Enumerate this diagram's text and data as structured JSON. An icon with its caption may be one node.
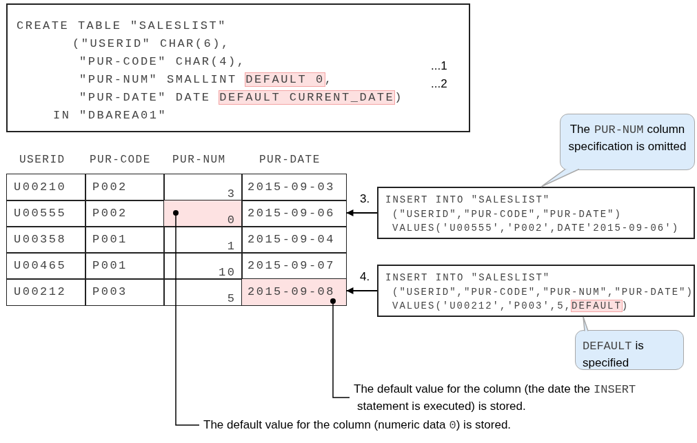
{
  "diagram": {
    "nodes": [
      {
        "text": [
          "CREATE TABLE \"SALESLIST\"",
          "(\"USERID\" CHAR(6),",
          "\"PUR-CODE\" CHAR(4),",
          "\"PUR-NUM\" SMALLINT",
          "DEFAULT 0",
          ",",
          "\"PUR-DATE\" DATE",
          "DEFAULT CURRENT_DATE",
          ")",
          "IN \"DBAREA01\""
        ]
      },
      {
        "text": [
          "The",
          "PUR-NUM",
          "column specification is omitted"
        ]
      },
      {
        "text": [
          "U00210"
        ]
      },
      {
        "text": [
          "P002"
        ]
      },
      {
        "text": [
          "3"
        ]
      },
      {
        "text": [
          "2015-09-03"
        ]
      },
      {
        "text": [
          "U00555"
        ]
      },
      {
        "text": [
          "P002"
        ]
      },
      {
        "text": [
          "0"
        ]
      },
      {
        "text": [
          "2015-09-06"
        ]
      },
      {
        "text": [
          "U00358"
        ]
      },
      {
        "text": [
          "P001"
        ]
      },
      {
        "text": [
          "1"
        ]
      },
      {
        "text": [
          "2015-09-04"
        ]
      },
      {
        "text": [
          "U00465"
        ]
      },
      {
        "text": [
          "P001"
        ]
      },
      {
        "text": [
          "10"
        ]
      },
      {
        "text": [
          "2015-09-07"
        ]
      },
      {
        "text": [
          "U00212"
        ]
      },
      {
        "text": [
          "P003"
        ]
      },
      {
        "text": [
          "5"
        ]
      },
      {
        "text": [
          "2015-09-08"
        ]
      },
      {
        "text": [
          "INSERT INTO \"SALESLIST\"",
          "(\"USERID\",\"PUR-CODE\",\"PUR-DATE\")",
          "VALUES('U00555','P002',DATE'2015-09-06')"
        ],
        "beside": [
          "3."
        ]
      },
      {
        "text": [
          "INSERT INTO \"SALESLIST\"",
          "(\"USERID\",\"PUR-CODE\",\"PUR-NUM\",\"PUR-DATE\")",
          "VALUES('U00212','P003',5,",
          "DEFAULT",
          ")"
        ],
        "beside": [
          "4."
        ]
      },
      {
        "text": [
          "DEFAULT",
          "is specified"
        ]
      },
      {
        "text": [
          "The default value for the column (the date the",
          "INSERT",
          "statement is executed) is stored."
        ]
      },
      {
        "text": [
          "The default value for the column (numeric data",
          "0",
          ") is stored."
        ]
      }
    ],
    "edges": [
      {
        "from": 22,
        "to": 9,
        "arrow": "to"
      },
      {
        "from": 23,
        "to": 21,
        "arrow": "to"
      },
      {
        "from": 1,
        "to": 22,
        "arrow": "none",
        "color": "#a8a8a8"
      },
      {
        "from": 24,
        "to": 23,
        "arrow": "none",
        "color": "#a8a8a8"
      },
      {
        "from": 21,
        "to": 25,
        "arrow": "other"
      },
      {
        "from": 8,
        "to": 26,
        "arrow": "other"
      }
    ],
    "labels": [
      "...1",
      "...2",
      "USERID",
      "PUR-CODE",
      "PUR-NUM",
      "PUR-DATE"
    ]
  }
}
